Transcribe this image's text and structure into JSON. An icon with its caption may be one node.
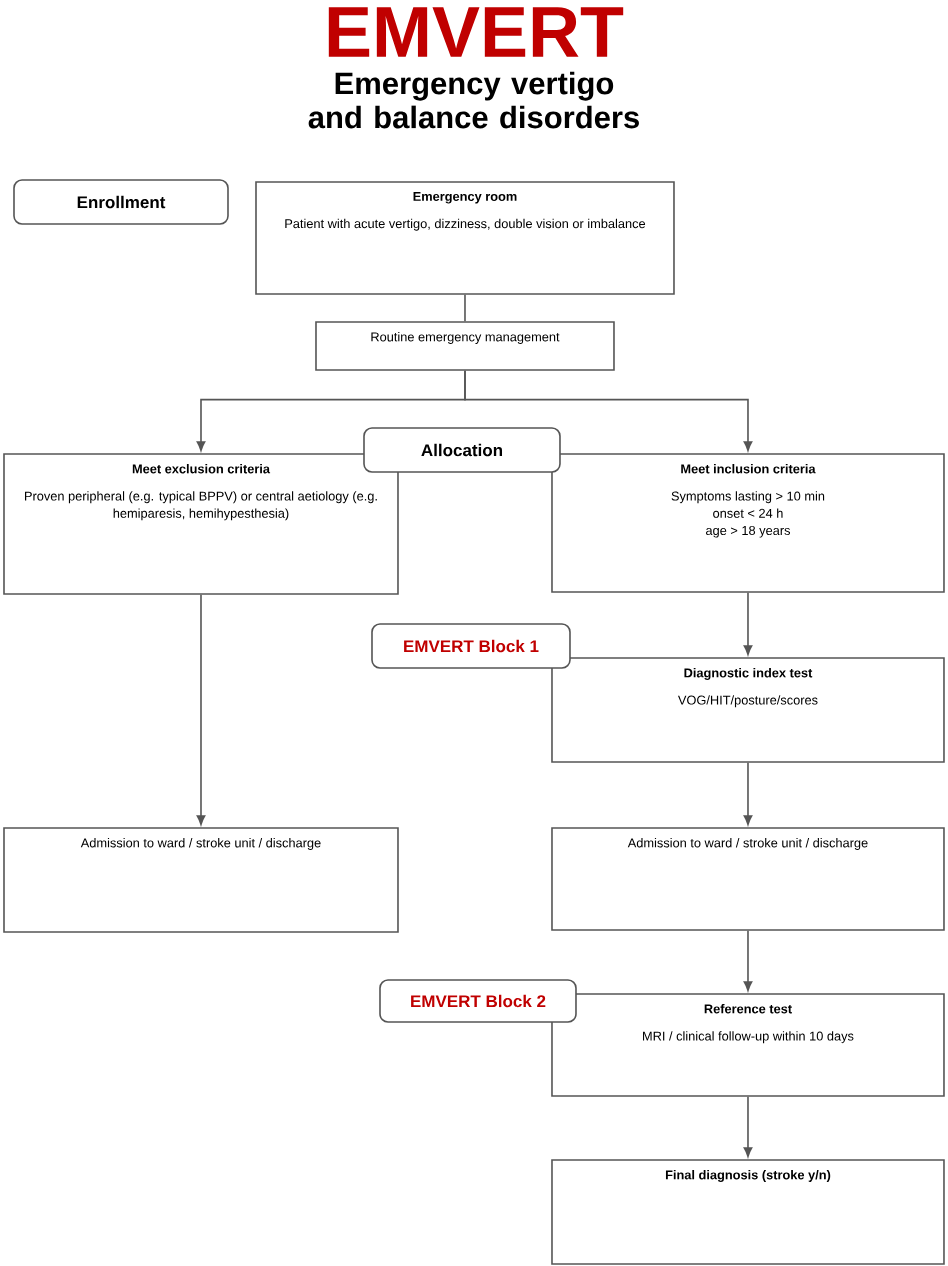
{
  "diagram": {
    "title": "EMVERT",
    "labels": [
      "Emergency vertigo and balance disorders"
    ],
    "nodes": [
      {
        "text": [
          "Enrollment"
        ]
      },
      {
        "text": [
          "Emergency room",
          "Patient with acute vertigo, dizziness, double vision or imbalance"
        ]
      },
      {
        "text": [
          "Routine emergency management"
        ]
      },
      {
        "text": [
          "Allocation"
        ]
      },
      {
        "text": [
          "Meet exclusion criteria",
          "Proven peripheral (e.g. typical BPPV) or central aetiology (e.g. hemiparesis, hemihypesthesia)"
        ]
      },
      {
        "text": [
          "Meet inclusion criteria",
          "Symptoms lasting > 10 min",
          "onset < 24 h",
          "age > 18 years"
        ]
      },
      {
        "text": [
          "EMVERT Block 1"
        ]
      },
      {
        "text": [
          "Diagnostic index test",
          "VOG/HIT/posture/scores"
        ]
      },
      {
        "text": [
          "Admission to ward / stroke unit / discharge"
        ]
      },
      {
        "text": [
          "Admission to ward / stroke unit / discharge"
        ]
      },
      {
        "text": [
          "EMVERT Block 2"
        ]
      },
      {
        "text": [
          "Reference test",
          "MRI / clinical follow-up within 10 days"
        ]
      },
      {
        "text": [
          "Final diagnosis (stroke y/n)"
        ]
      }
    ],
    "edges": [
      {
        "from": 1,
        "to": 2,
        "arrow": "none"
      },
      {
        "from": 2,
        "to": 4,
        "arrow": "to"
      },
      {
        "from": 2,
        "to": 5,
        "arrow": "to"
      },
      {
        "from": 4,
        "to": 8,
        "arrow": "to"
      },
      {
        "from": 5,
        "to": 7,
        "arrow": "to"
      },
      {
        "from": 7,
        "to": 9,
        "arrow": "to"
      },
      {
        "from": 9,
        "to": 11,
        "arrow": "to"
      },
      {
        "from": 11,
        "to": 12,
        "arrow": "to"
      }
    ]
  }
}
